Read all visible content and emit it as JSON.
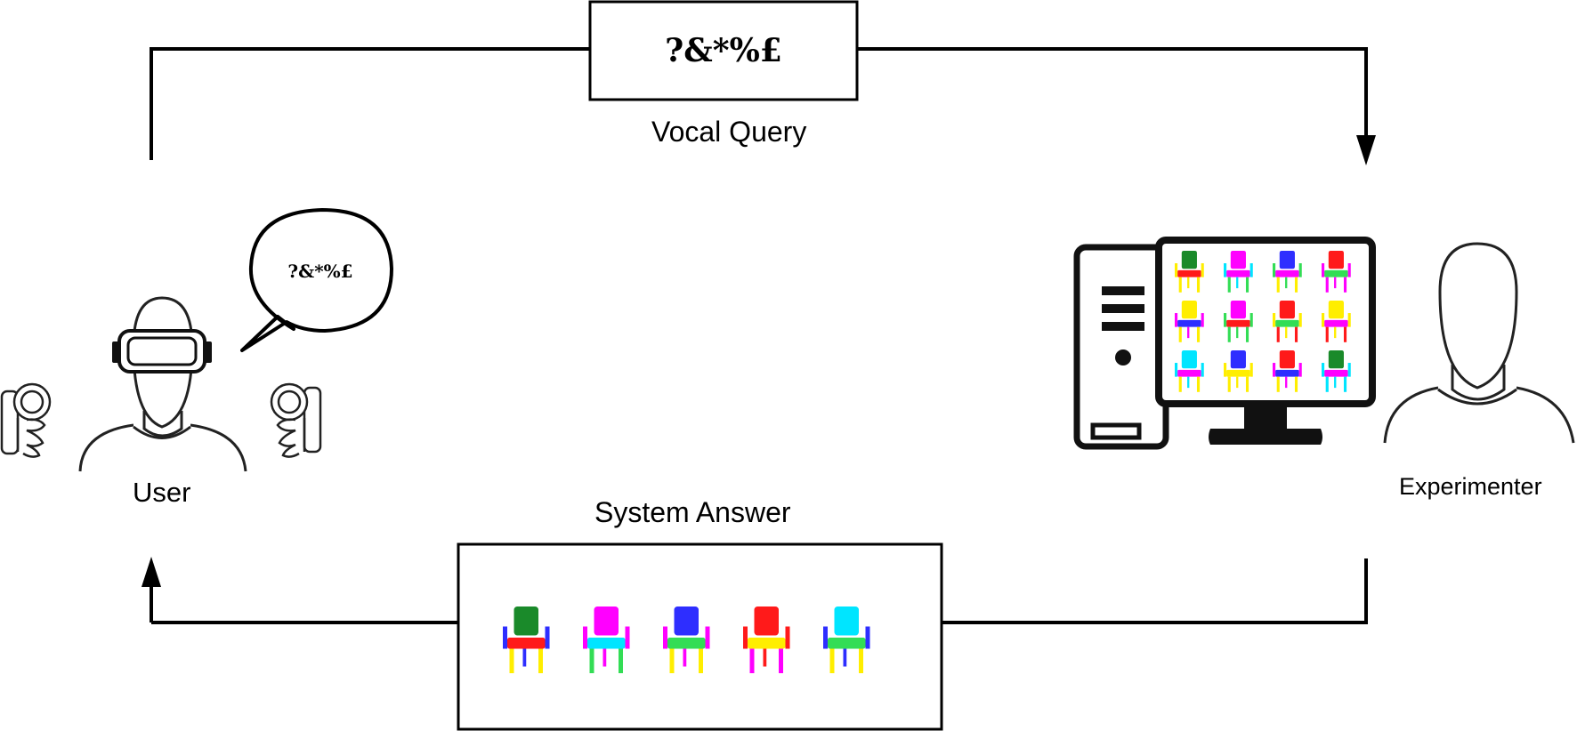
{
  "vocal_query": {
    "label": "Vocal Query",
    "symbols": "?&*%£"
  },
  "user": {
    "label": "User",
    "speech": "?&*%£"
  },
  "experimenter": {
    "label": "Experimenter"
  },
  "system_answer": {
    "label": "System Answer"
  },
  "colors": {
    "line": "#000000",
    "chair_palette": [
      "#ff1a1a",
      "#2e2eff",
      "#ff00ff",
      "#00e5ff",
      "#ffee00",
      "#33dd55",
      "#1a8a2a"
    ]
  }
}
